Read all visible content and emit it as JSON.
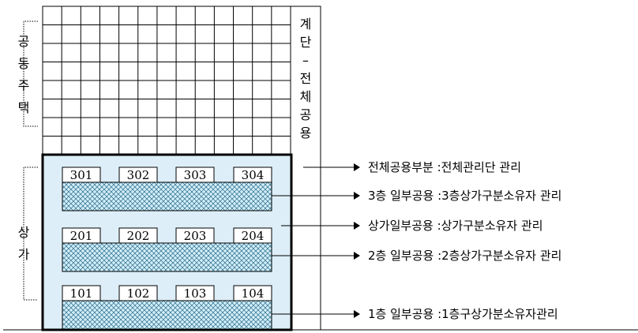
{
  "side_labels": {
    "housing": [
      "공",
      "동",
      "주",
      "택"
    ],
    "commercial": [
      "상",
      "가"
    ],
    "stair_label": [
      "계",
      "단",
      "–",
      "전",
      "체",
      "공",
      "용"
    ]
  },
  "floors": [
    {
      "units": [
        "301",
        "302",
        "303",
        "304"
      ]
    },
    {
      "units": [
        "201",
        "202",
        "203",
        "204"
      ]
    },
    {
      "units": [
        "101",
        "102",
        "103",
        "104"
      ]
    }
  ],
  "legend": [
    {
      "text": "전체공용부분 :전체관리단 관리"
    },
    {
      "text": "3층 일부공용 :3층상가구분소유자 관리"
    },
    {
      "text": "상가일부공용 :상가구분소유자 관리"
    },
    {
      "text": "2층 일부공용 :2층상가구분소유자 관리"
    },
    {
      "text": "1층 일부공용 :1층구상가분소유자관리"
    }
  ],
  "colors": {
    "commercial_fill": "#ddeef8",
    "hatch_fill": "#d2eef8",
    "hatch_line": "#2a6c8a",
    "grid_line": "#000000"
  }
}
